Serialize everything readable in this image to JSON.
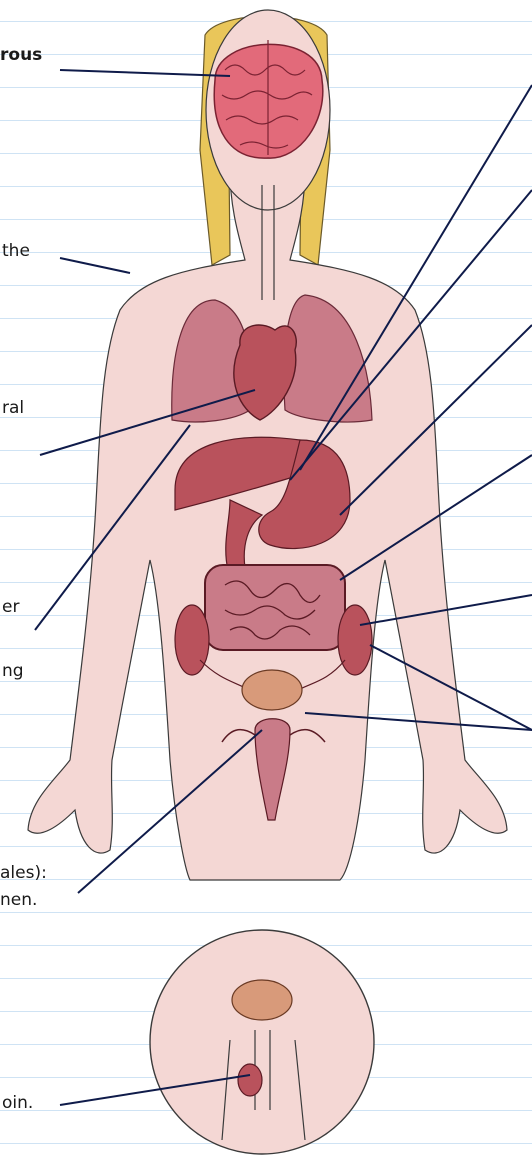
{
  "labels": {
    "nervous": "rous",
    "thyroid": "the",
    "heart": "ral",
    "lungs_line1": "er",
    "lungs_line2": "ng",
    "uterus_line1": "ales):",
    "uterus_line2": "nen.",
    "testes": "oin."
  },
  "colors": {
    "skin": "#f4d7d4",
    "organ": "#b9525c",
    "brain": "#e26a7a",
    "hair": "#e9c65a",
    "bladder": "#d89a7a",
    "lines": "#0f1b4a",
    "ruled_lines": "#cfe3f4"
  }
}
